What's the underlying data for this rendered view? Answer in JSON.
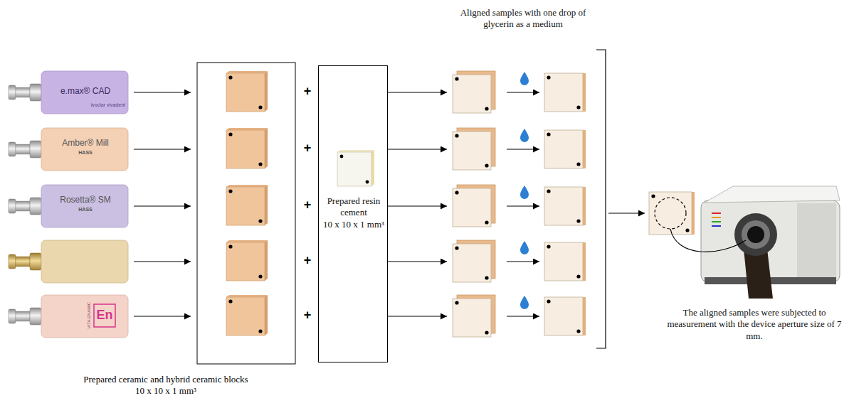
{
  "diagram": {
    "nodes": [
      {
        "text": [
          "Prepared resin cement",
          "10 x 10 x 1 mm³"
        ]
      },
      {
        "text": [
          "Aligned samples with one drop of glycerin as a medium"
        ]
      },
      {
        "text": [
          "The aligned samples were subjected to measurement with the device aperture size of 7 mm."
        ]
      }
    ],
    "edges": [
      {
        "from": 0,
        "to": 1,
        "arrow": "to"
      },
      {
        "from": 0,
        "to": 1,
        "arrow": "to"
      },
      {
        "from": 0,
        "to": 1,
        "arrow": "to"
      },
      {
        "from": 0,
        "to": 1,
        "arrow": "to"
      },
      {
        "from": 0,
        "to": 1,
        "arrow": "to"
      },
      {
        "from": 1,
        "to": 2,
        "arrow": "to"
      }
    ],
    "labels": [
      "e.max® CAD",
      "ivoclar vivadent",
      "Amber® Mill",
      "HASS",
      "Rosetta® SM",
      "HASS",
      "VITA ENAMIC",
      "En",
      "+",
      "+",
      "+",
      "+",
      "+",
      "Prepared ceramic and hybrid ceramic blocks 10 x 10 x 1 mm³"
    ]
  }
}
